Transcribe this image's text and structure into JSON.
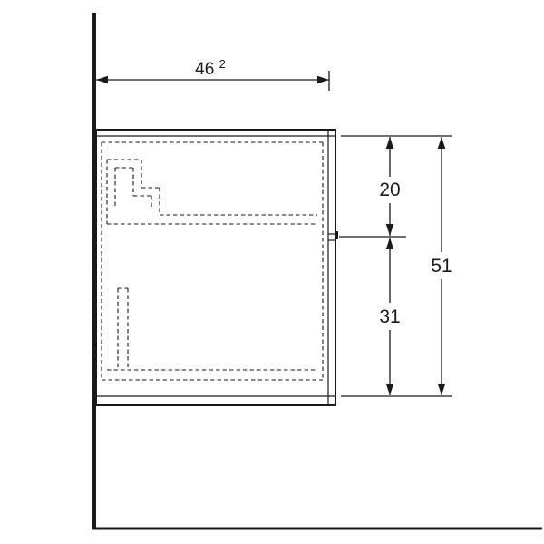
{
  "drawing": {
    "background": "#ffffff",
    "line_color": "#1a1a1a"
  },
  "dimensions": {
    "width": {
      "value": "46",
      "superscript": "2"
    },
    "upper_height": {
      "value": "20"
    },
    "lower_height": {
      "value": "31"
    },
    "total_height": {
      "value": "51"
    }
  }
}
